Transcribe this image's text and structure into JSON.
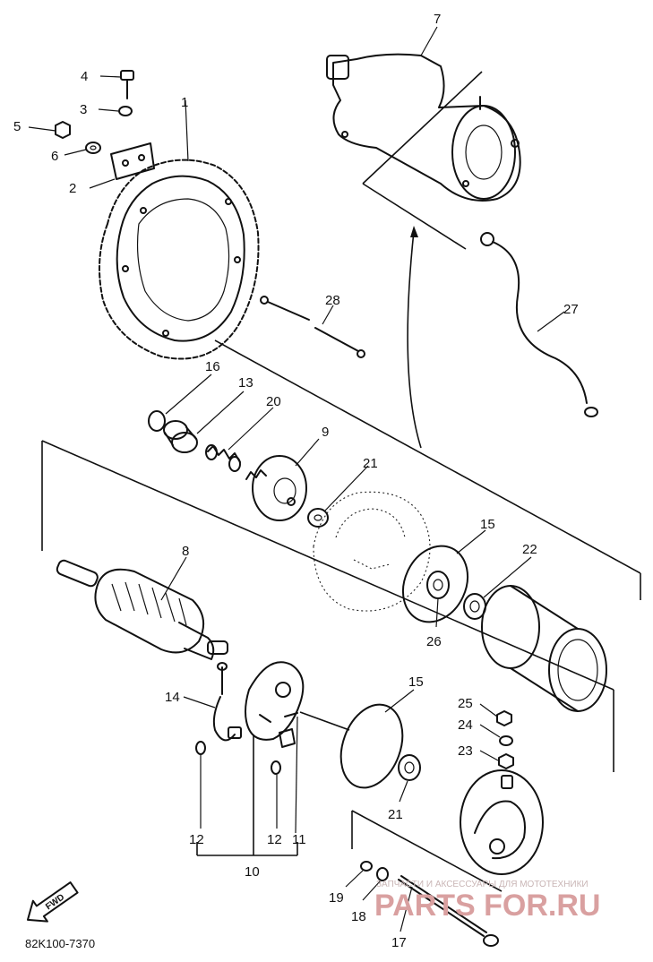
{
  "diagram_code": "82K100-7370",
  "fwd_label": "FWD",
  "watermark": {
    "text": "PARTS FOR.RU",
    "tagline": "ЗАПЧАСТИ И АКСЕССУАРЫ ДЛЯ МОТОТЕХНИКИ"
  },
  "callouts": {
    "p1": "1",
    "p2": "2",
    "p3": "3",
    "p4": "4",
    "p5": "5",
    "p6": "6",
    "p7": "7",
    "p8": "8",
    "p9": "9",
    "p10": "10",
    "p11": "11",
    "p12a": "12",
    "p12b": "12",
    "p13": "13",
    "p14": "14",
    "p15a": "15",
    "p15b": "15",
    "p16": "16",
    "p17": "17",
    "p18": "18",
    "p19": "19",
    "p20": "20",
    "p21a": "21",
    "p21b": "21",
    "p22": "22",
    "p23": "23",
    "p24": "24",
    "p25": "25",
    "p26": "26",
    "p27": "27",
    "p28": "28"
  }
}
